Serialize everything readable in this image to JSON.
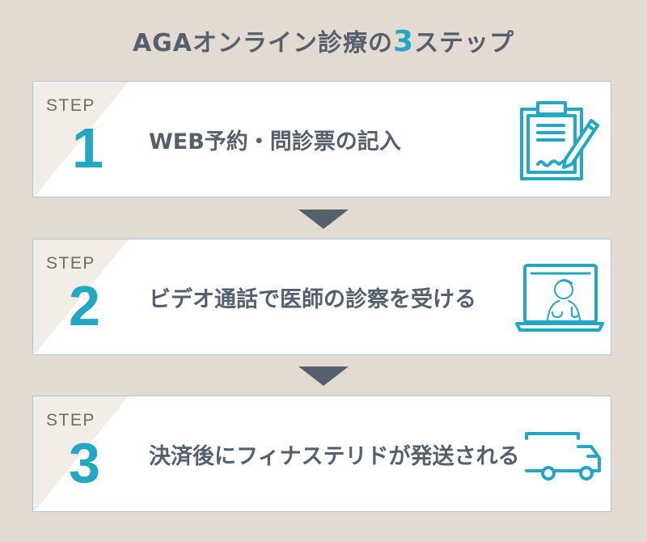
{
  "title": {
    "prefix": "AGAオンライン診療の",
    "number": "3",
    "suffix": "ステップ"
  },
  "colors": {
    "background": "#e3dbd1",
    "accent": "#22a8c2",
    "text": "#56606d",
    "card_border": "#a9c8e0"
  },
  "steps": [
    {
      "label": "STEP",
      "number": "1",
      "text": "WEB予約・問診票の記入",
      "icon": "clipboard-pen-icon"
    },
    {
      "label": "STEP",
      "number": "2",
      "text": "ビデオ通話で医師の診察を受ける",
      "icon": "laptop-doctor-icon"
    },
    {
      "label": "STEP",
      "number": "3",
      "text": "決済後にフィナステリドが発送される",
      "icon": "delivery-truck-icon"
    }
  ],
  "arrows": [
    "down-arrow-icon",
    "down-arrow-icon"
  ]
}
